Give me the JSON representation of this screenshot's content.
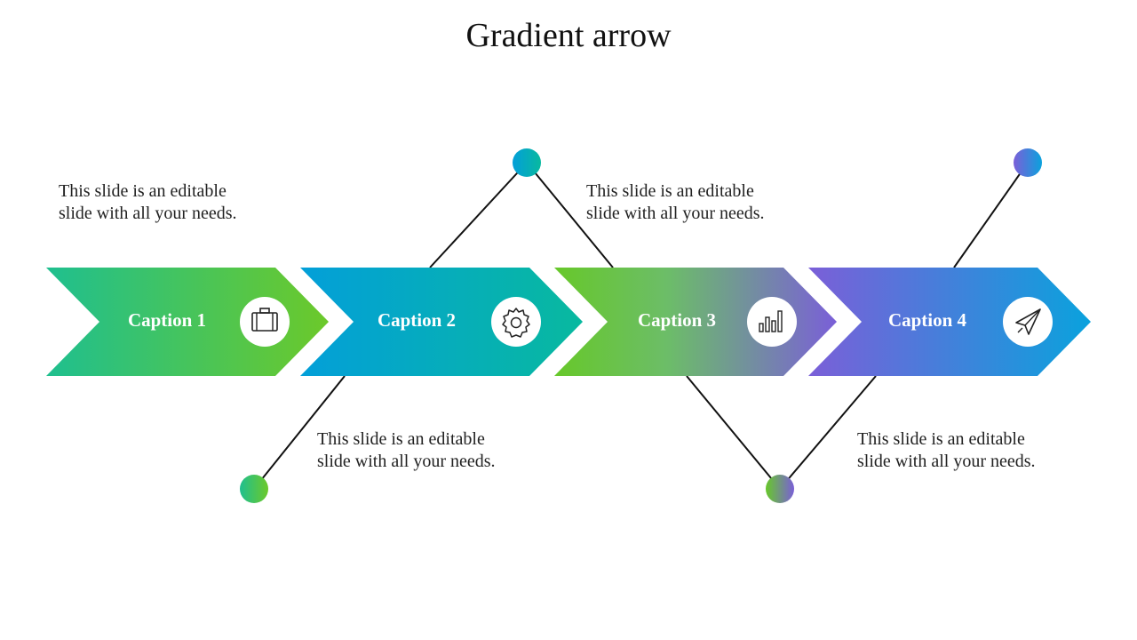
{
  "title": "Gradient arrow",
  "steps": [
    {
      "caption": "Caption 1",
      "icon": "briefcase-icon",
      "gradient": [
        "#1fbf8f",
        "#6cc92a"
      ]
    },
    {
      "caption": "Caption 2",
      "icon": "gear-icon",
      "gradient": [
        "#039fd9",
        "#08b99f"
      ]
    },
    {
      "caption": "Caption 3",
      "icon": "bar-chart-icon",
      "gradient": [
        "#67c82a",
        "#7a5fd8"
      ]
    },
    {
      "caption": "Caption 4",
      "icon": "paper-plane-icon",
      "gradient": [
        "#7b5fd8",
        "#0aa2dd"
      ]
    }
  ],
  "descriptions": [
    {
      "line1": "This slide is an editable",
      "line2": "slide with all your needs."
    },
    {
      "line1": "This slide is an editable",
      "line2": "slide with all your needs."
    },
    {
      "line1": "This slide is an editable",
      "line2": "slide with all your needs."
    },
    {
      "line1": "This slide is an editable",
      "line2": "slide with all your needs."
    }
  ]
}
